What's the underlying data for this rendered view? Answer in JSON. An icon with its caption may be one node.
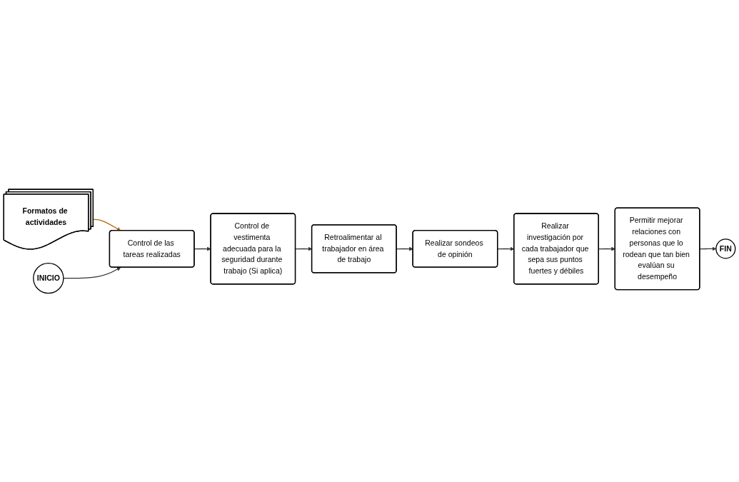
{
  "diagram": {
    "nodes": [
      {
        "text": [
          "Formatos de actividades"
        ]
      },
      {
        "text": [
          "INICIO"
        ]
      },
      {
        "text": [
          "Control de las tareas realizadas"
        ]
      },
      {
        "text": [
          "Control de vestimenta adecuada para la seguridad durante trabajo (Si aplica)"
        ]
      },
      {
        "text": [
          "Retroalimentar al trabajador en área de trabajo"
        ]
      },
      {
        "text": [
          "Realizar sondeos de opinión"
        ]
      },
      {
        "text": [
          "Realizar investigación por cada trabajador que sepa sus puntos fuertes y débiles"
        ]
      },
      {
        "text": [
          "Permitir mejorar relaciones con personas que lo rodean que tan bien evalúan su desempeño"
        ]
      },
      {
        "text": [
          "FIN"
        ]
      }
    ],
    "edges": [
      {
        "from": 0,
        "to": 2,
        "arrow": "to",
        "color": "#b46504"
      },
      {
        "from": 1,
        "to": 2,
        "arrow": "to"
      },
      {
        "from": 2,
        "to": 3,
        "arrow": "to"
      },
      {
        "from": 3,
        "to": 4,
        "arrow": "to"
      },
      {
        "from": 4,
        "to": 5,
        "arrow": "to"
      },
      {
        "from": 5,
        "to": 6,
        "arrow": "to"
      },
      {
        "from": 6,
        "to": 7,
        "arrow": "to"
      },
      {
        "from": 7,
        "to": 8,
        "arrow": "to"
      }
    ]
  }
}
